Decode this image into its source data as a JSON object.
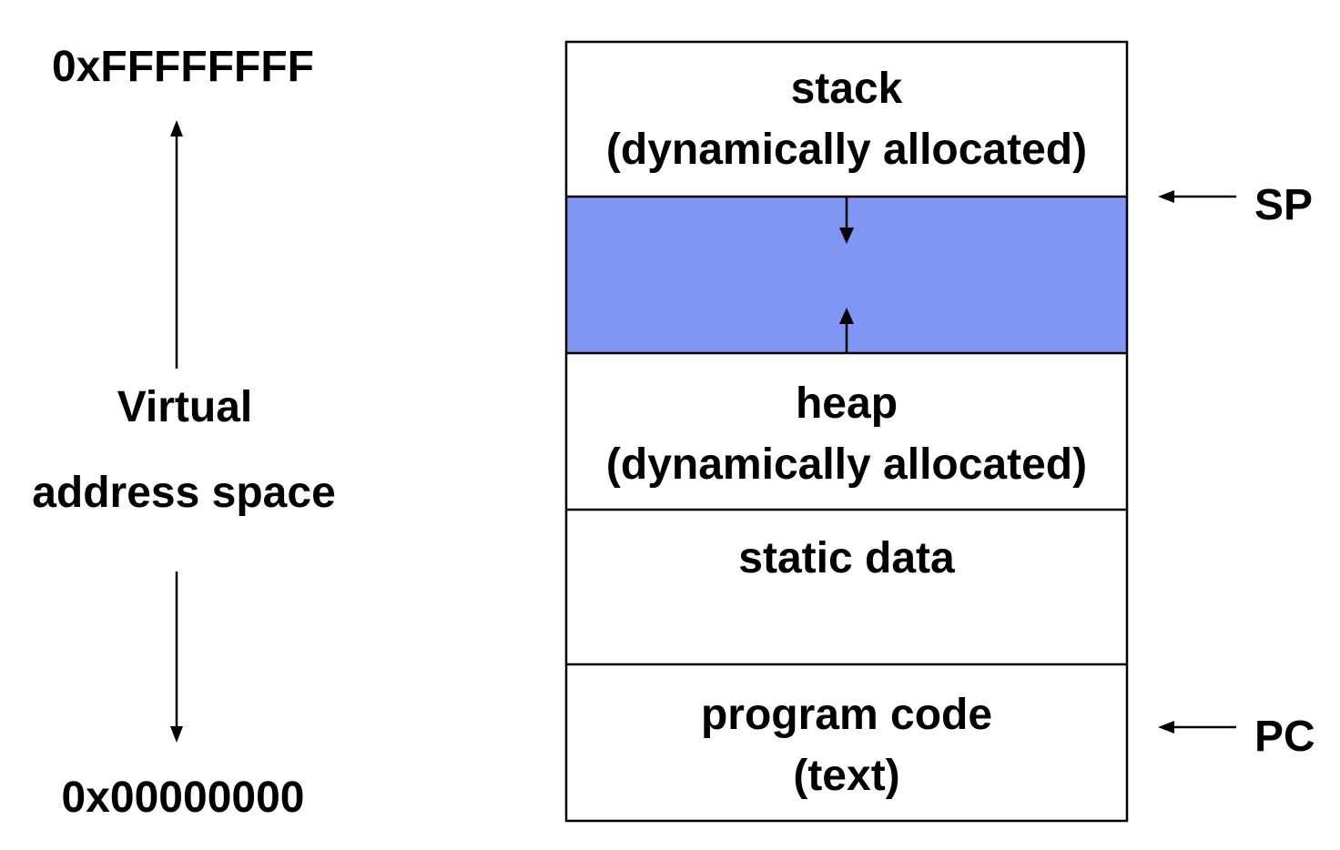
{
  "address_axis": {
    "top_address": "0xFFFFFFFF",
    "label_line1": "Virtual",
    "label_line2": "address space",
    "bottom_address": "0x00000000"
  },
  "memory_segments": [
    {
      "id": "stack",
      "line1": "stack",
      "line2": "(dynamically allocated)"
    },
    {
      "id": "free-gap",
      "fill": "#7f96f5"
    },
    {
      "id": "heap",
      "line1": "heap",
      "line2": "(dynamically allocated)"
    },
    {
      "id": "static",
      "line1": "static data"
    },
    {
      "id": "code",
      "line1": "program code",
      "line2": "(text)"
    }
  ],
  "registers": {
    "sp": "SP",
    "pc": "PC"
  },
  "colors": {
    "gap_fill": "#7f96f5",
    "border": "#000000"
  }
}
